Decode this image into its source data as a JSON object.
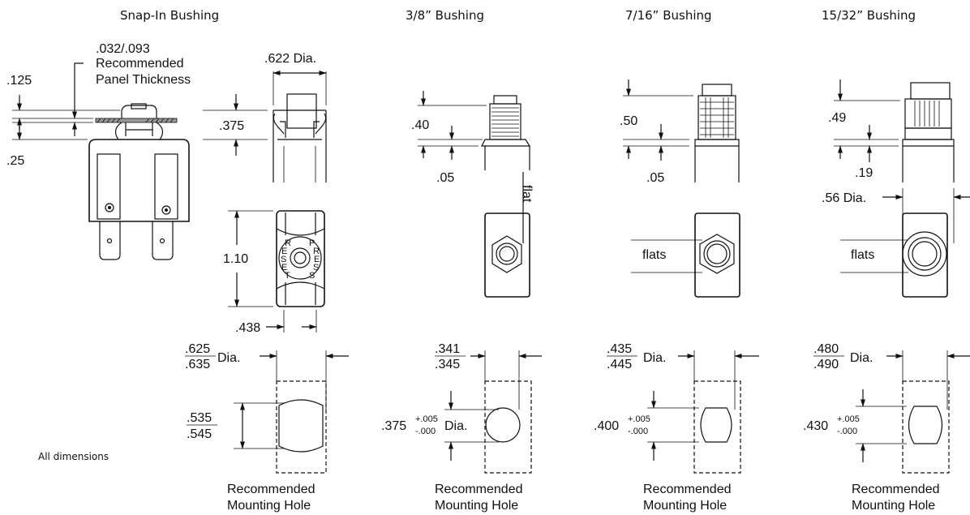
{
  "headers": {
    "snap_in": "Snap-In Bushing",
    "b38": "3/8” Bushing",
    "b716": "7/16” Bushing",
    "b1532": "15/32” Bushing"
  },
  "snap_in": {
    "panel_range": ".032/.093",
    "panel_label_1": "Recommended",
    "panel_label_2": "Panel Thickness",
    "dim_125": ".125",
    "dim_25": ".25",
    "dim_375": ".375",
    "dia_622": ".622 Dia.",
    "dim_110": "1.10",
    "dim_438": ".438",
    "reset_letters": [
      "R",
      "E",
      "S",
      "E",
      "T"
    ],
    "press_letters": [
      "P",
      "R",
      "E",
      "S",
      "S"
    ]
  },
  "b38": {
    "dim_40": ".40",
    "dim_05": ".05",
    "flat": "flat"
  },
  "b716": {
    "dim_50": ".50",
    "dim_05": ".05",
    "flats": "flats"
  },
  "b1532": {
    "dim_49": ".49",
    "dim_19": ".19",
    "dia_56": ".56 Dia.",
    "flats": "flats"
  },
  "holes": {
    "snap_top_num": ".625",
    "snap_top_den": ".635",
    "snap_top_suffix": "Dia.",
    "snap_side_num": ".535",
    "snap_side_den": ".545",
    "b38_top_num": ".341",
    "b38_top_den": ".345",
    "b38_side_value": ".375",
    "b38_tol_plus": "+.005",
    "b38_tol_minus": "-.000",
    "b38_side_suffix": "Dia.",
    "b716_top_num": ".435",
    "b716_top_den": ".445",
    "b716_top_suffix": "Dia.",
    "b716_side_value": ".400",
    "b716_tol_plus": "+.005",
    "b716_tol_minus": "-.000",
    "b1532_top_num": ".480",
    "b1532_top_den": ".490",
    "b1532_top_suffix": "Dia.",
    "b1532_side_value": ".430",
    "b1532_tol_plus": "+.005",
    "b1532_tol_minus": "-.000",
    "caption_1": "Recommended",
    "caption_2": "Mounting Hole"
  },
  "footnote": "All dimensions"
}
